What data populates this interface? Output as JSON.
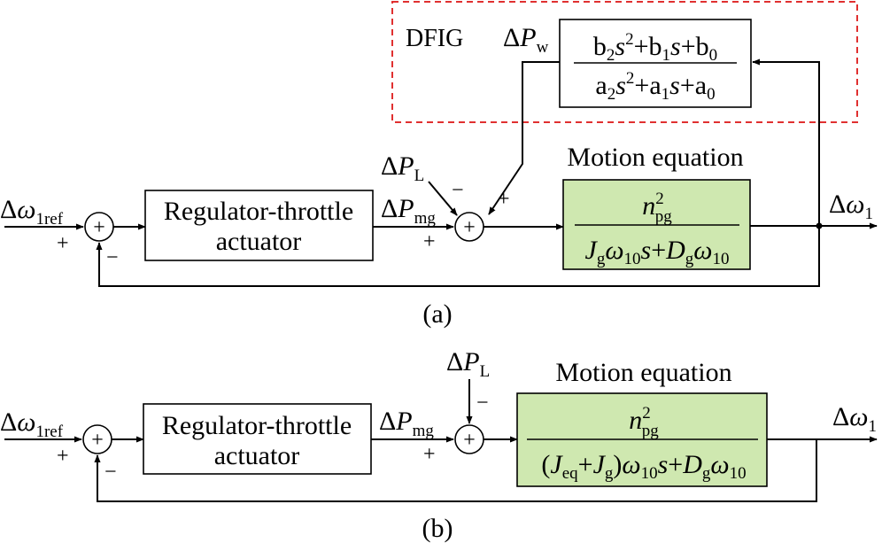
{
  "a": {
    "caption": "(a)",
    "dfig_label": "DFIG",
    "dfig_input": "ΔPw",
    "dfig_tf": {
      "num": "b2s2+b1s+b0",
      "den": "a2s2+a1s+a0"
    },
    "input": "Δω1ref",
    "regulator": [
      "Regulator-throttle",
      "actuator"
    ],
    "pmg": "ΔPmg",
    "pl": "ΔPL",
    "motion_title": "Motion equation",
    "motion_tf": {
      "num": "n2pg",
      "den": "Jgω10s+Dgω10"
    },
    "output": "Δω1",
    "signs": [
      "+",
      "−",
      "−",
      "+",
      "+"
    ],
    "box_color": "#cfe8b0",
    "dashed_color": "#e03030"
  },
  "b": {
    "caption": "(b)",
    "input": "Δω1ref",
    "regulator": [
      "Regulator-throttle",
      "actuator"
    ],
    "pmg": "ΔPmg",
    "pl": "ΔPL",
    "motion_title": "Motion equation",
    "motion_tf": {
      "num": "n2pg",
      "den": "(Jeq+Jg)ω10s+Dgω10"
    },
    "output": "Δω1",
    "signs": [
      "+",
      "−",
      "−",
      "+"
    ]
  }
}
